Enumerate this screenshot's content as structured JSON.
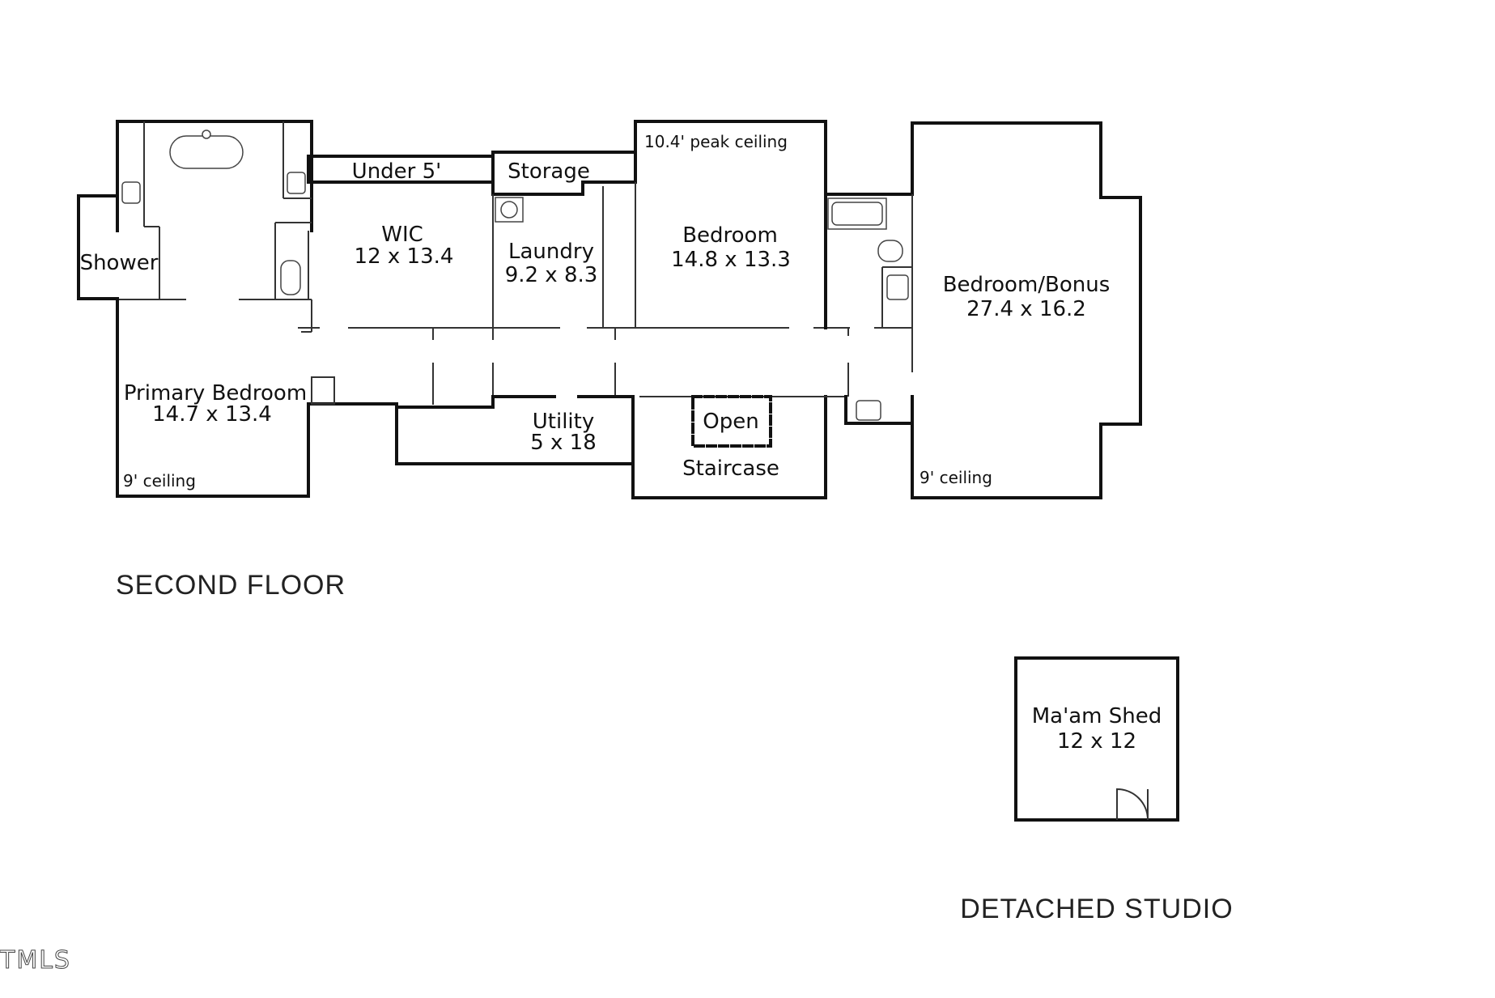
{
  "titles": {
    "second_floor": "SECOND FLOOR",
    "detached_studio": "DETACHED STUDIO"
  },
  "watermark": "TMLS",
  "rooms": {
    "shower": "Shower",
    "under5": "Under 5'",
    "storage": "Storage",
    "peak_ceiling": "10.4' peak ceiling",
    "wic_name": "WIC",
    "wic_dim": "12 x 13.4",
    "laundry_name": "Laundry",
    "laundry_dim": "9.2 x 8.3",
    "bedroom_name": "Bedroom",
    "bedroom_dim": "14.8 x 13.3",
    "bonus_name": "Bedroom/Bonus",
    "bonus_dim": "27.4 x 16.2",
    "primary_name": "Primary Bedroom",
    "primary_dim": "14.7 x 13.4",
    "primary_ceiling": "9' ceiling",
    "utility_name": "Utility",
    "utility_dim": "5 x 18",
    "open": "Open",
    "staircase": "Staircase",
    "bonus_ceiling": "9' ceiling",
    "shed_name": "Ma'am Shed",
    "shed_dim": "12 x 12"
  }
}
